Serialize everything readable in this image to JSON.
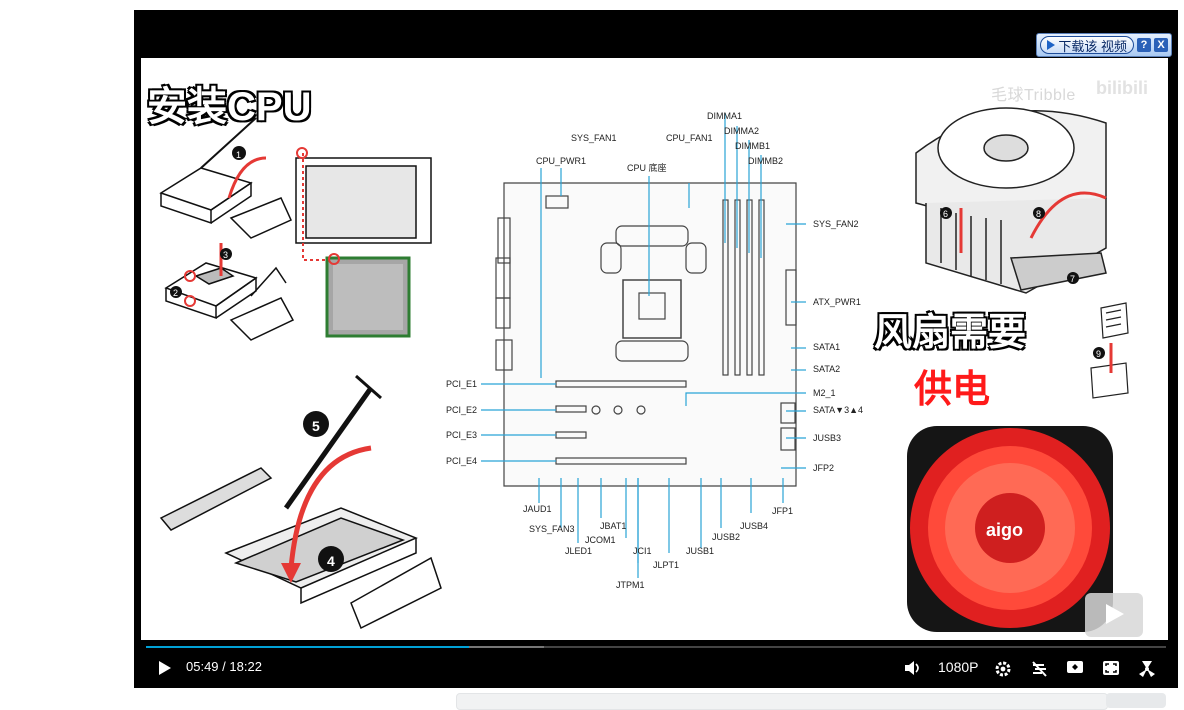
{
  "download_banner": {
    "label": "下载该 视频",
    "help": "?",
    "close": "X"
  },
  "overlay_text": {
    "title_install": "安装CPU",
    "fan_needs": "风扇需要",
    "power_supply": "供电",
    "watermark_user": "毛球Tribble",
    "watermark_logo": "bilibili"
  },
  "diagram": {
    "step_numbers": [
      "1",
      "2",
      "3",
      "4",
      "5",
      "6",
      "7",
      "8",
      "9"
    ],
    "labels": {
      "sys_fan1": "SYS_FAN1",
      "cpu_fan1": "CPU_FAN1",
      "cpu_pwr1": "CPU_PWR1",
      "cpu_socket": "CPU 底座",
      "dimma1": "DIMMA1",
      "dimma2": "DIMMA2",
      "dimmb1": "DIMMB1",
      "dimmb2": "DIMMB2",
      "sys_fan2": "SYS_FAN2",
      "atx_pwr1": "ATX_PWR1",
      "sata1": "SATA1",
      "sata2": "SATA2",
      "m2_1": "M2_1",
      "sata34": "SATA▼3▲4",
      "jusb3": "JUSB3",
      "jfp2": "JFP2",
      "jfp1": "JFP1",
      "pci_e1": "PCI_E1",
      "pci_e2": "PCI_E2",
      "pci_e3": "PCI_E3",
      "pci_e4": "PCI_E4",
      "jaud1": "JAUD1",
      "sys_fan3": "SYS_FAN3",
      "jled1": "JLED1",
      "jcom1": "JCOM1",
      "jbat1": "JBAT1",
      "jci1": "JCI1",
      "jtpm1": "JTPM1",
      "jlpt1": "JLPT1",
      "jusb1": "JUSB1",
      "jusb2": "JUSB2",
      "jusb4": "JUSB4"
    },
    "fan_brand": "aigo"
  },
  "player": {
    "current_time": "05:49",
    "separator": "/",
    "duration": "18:22",
    "quality": "1080P",
    "progress_fraction": 0.317,
    "buffered_fraction": 0.39,
    "accent_color": "#00a1d6",
    "icons": [
      "play-icon",
      "volume-icon",
      "settings-icon",
      "danmaku-off-icon",
      "widescreen-icon",
      "fullscreen-icon",
      "radiation-icon",
      "next-video-icon"
    ]
  }
}
